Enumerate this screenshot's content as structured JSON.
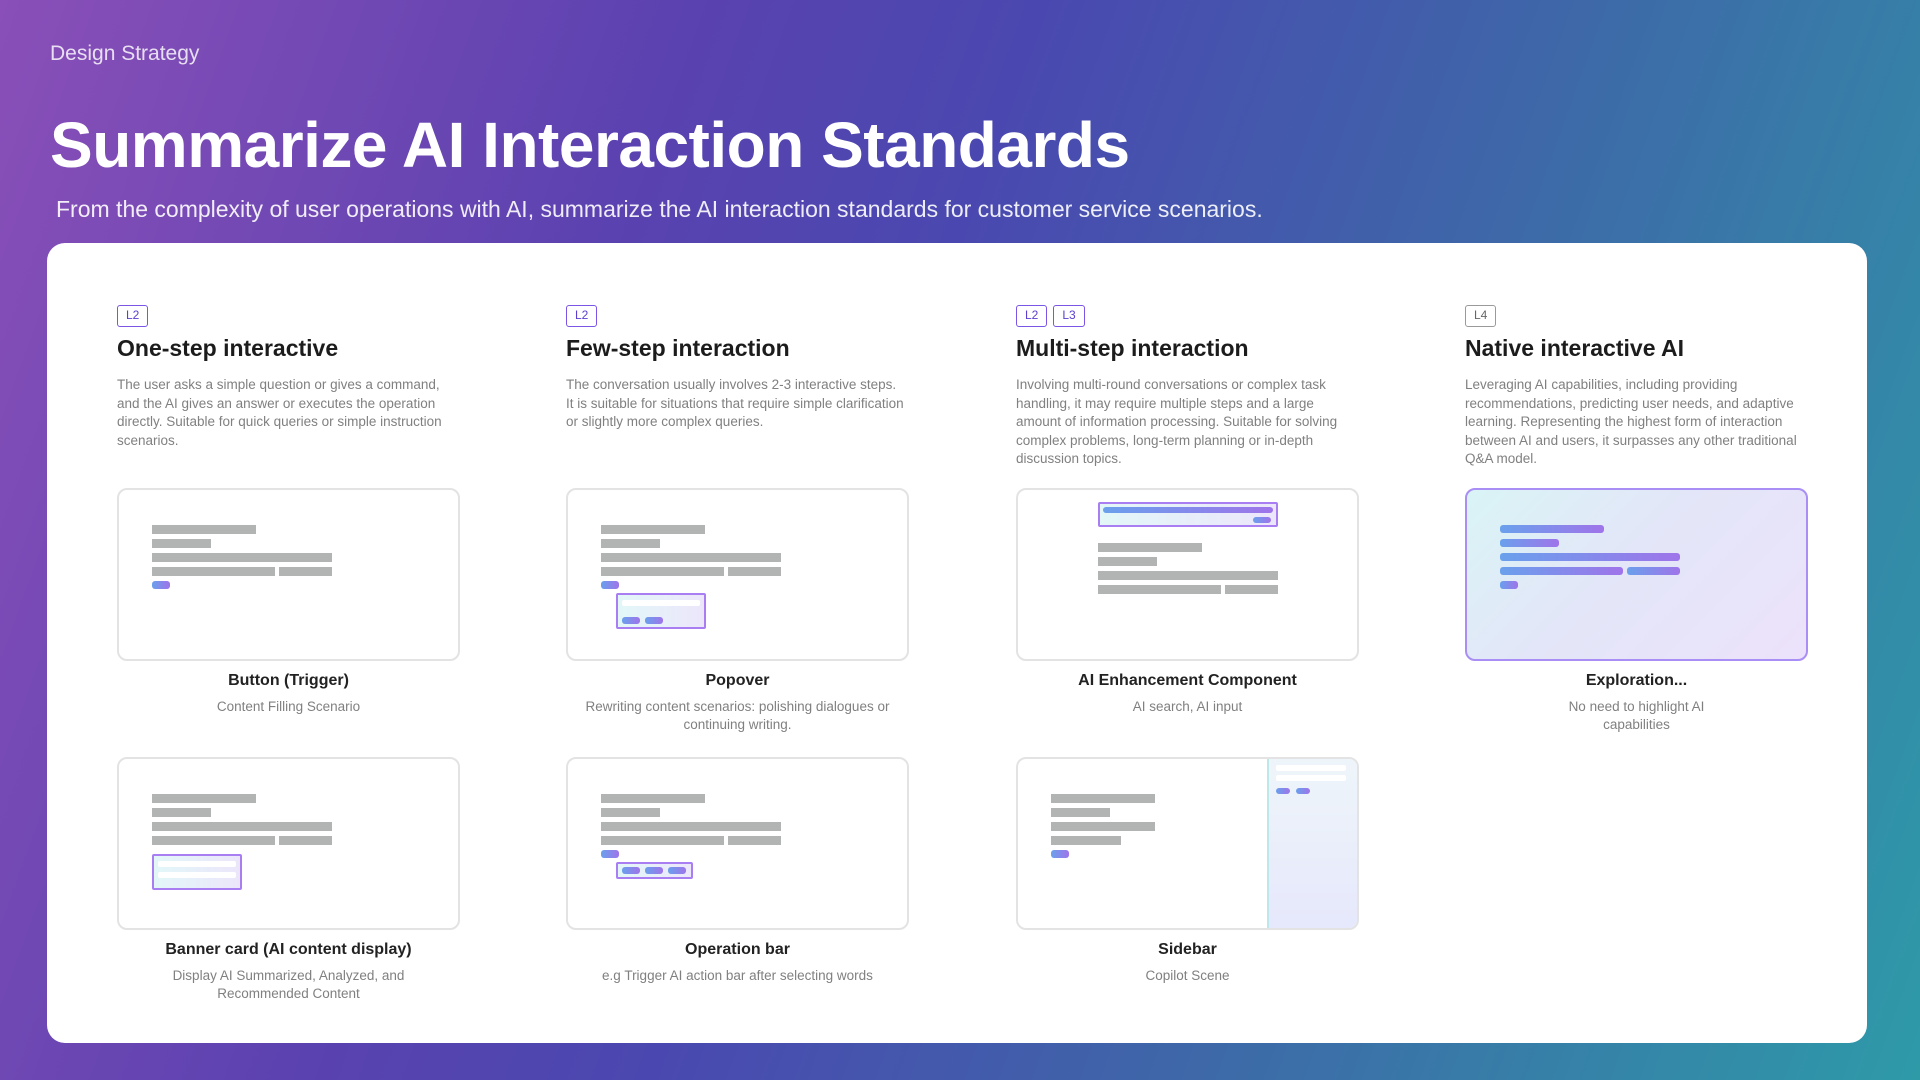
{
  "header": {
    "eyebrow": "Design Strategy",
    "title": "Summarize AI Interaction Standards",
    "subtitle": "From the complexity of user operations with AI, summarize the AI interaction standards for customer service scenarios."
  },
  "columns": [
    {
      "tags": [
        "L2"
      ],
      "title": "One-step interactive",
      "description": "The user asks a simple question or gives a command, and the AI gives an answer or executes the operation directly. Suitable for quick queries or simple instruction scenarios."
    },
    {
      "tags": [
        "L2"
      ],
      "title": "Few-step interaction",
      "description": "The conversation usually involves 2-3 interactive steps. It is suitable for situations that require simple clarification or slightly more complex queries."
    },
    {
      "tags": [
        "L2",
        "L3"
      ],
      "title": "Multi-step interaction",
      "description": "Involving multi-round conversations or complex task handling, it may require multiple steps and a large amount of information processing. Suitable for solving complex problems, long-term planning or in-depth discussion topics."
    },
    {
      "tags": [
        "L4"
      ],
      "title": "Native interactive AI",
      "description": "Leveraging AI capabilities, including providing recommendations, predicting user needs, and adaptive learning. Representing the highest form of interaction between AI and users, it surpasses any other  traditional Q&A model."
    }
  ],
  "patterns": {
    "button": {
      "title": "Button (Trigger)",
      "subtitle": "Content Filling Scenario"
    },
    "popover": {
      "title": "Popover",
      "subtitle": "Rewriting content scenarios: polishing dialogues or continuing writing."
    },
    "enhancement": {
      "title": "AI Enhancement Component",
      "subtitle": "AI search, AI input"
    },
    "exploration": {
      "title": "Exploration...",
      "subtitle": "No need to highlight AI capabilities"
    },
    "banner": {
      "title": "Banner card (AI content display)",
      "subtitle": "Display AI Summarized, Analyzed, and Recommended Content"
    },
    "operation": {
      "title": "Operation bar",
      "subtitle": "e.g Trigger AI action bar after selecting words"
    },
    "sidebar": {
      "title": "Sidebar",
      "subtitle": "Copilot Scene"
    }
  },
  "colors": {
    "accent_purple": "#7a55e6",
    "accent_blue": "#6aa0ec",
    "background_start": "#8a4fb8",
    "background_end": "#2e9aa8"
  }
}
